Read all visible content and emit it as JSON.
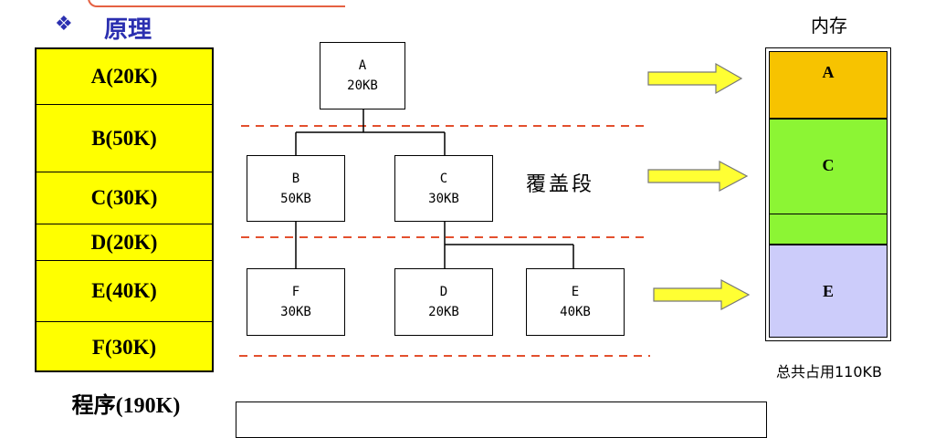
{
  "header": {
    "bullet": "❖",
    "heading": "原理"
  },
  "program": {
    "segments": [
      "A(20K)",
      "B(50K)",
      "C(30K)",
      "D(20K)",
      "E(40K)",
      "F(30K)"
    ],
    "label": "程序(190K)"
  },
  "tree": {
    "nodes": {
      "A": {
        "name": "A",
        "size": "20KB"
      },
      "B": {
        "name": "B",
        "size": "50KB"
      },
      "C": {
        "name": "C",
        "size": "30KB"
      },
      "F": {
        "name": "F",
        "size": "30KB"
      },
      "D": {
        "name": "D",
        "size": "20KB"
      },
      "E": {
        "name": "E",
        "size": "40KB"
      }
    },
    "overlay_label": "覆盖段"
  },
  "memory": {
    "title": "内存",
    "segments": [
      "A",
      "C",
      "E"
    ],
    "total": "总共占用110KB"
  },
  "colors": {
    "program_fill": "#ffff00",
    "mem_a": "#f7c300",
    "mem_c": "#8cf534",
    "mem_e": "#ccccfa",
    "arrow_fill": "#ffff33",
    "dash": "#e3502e",
    "heading": "#2b2fb0"
  }
}
